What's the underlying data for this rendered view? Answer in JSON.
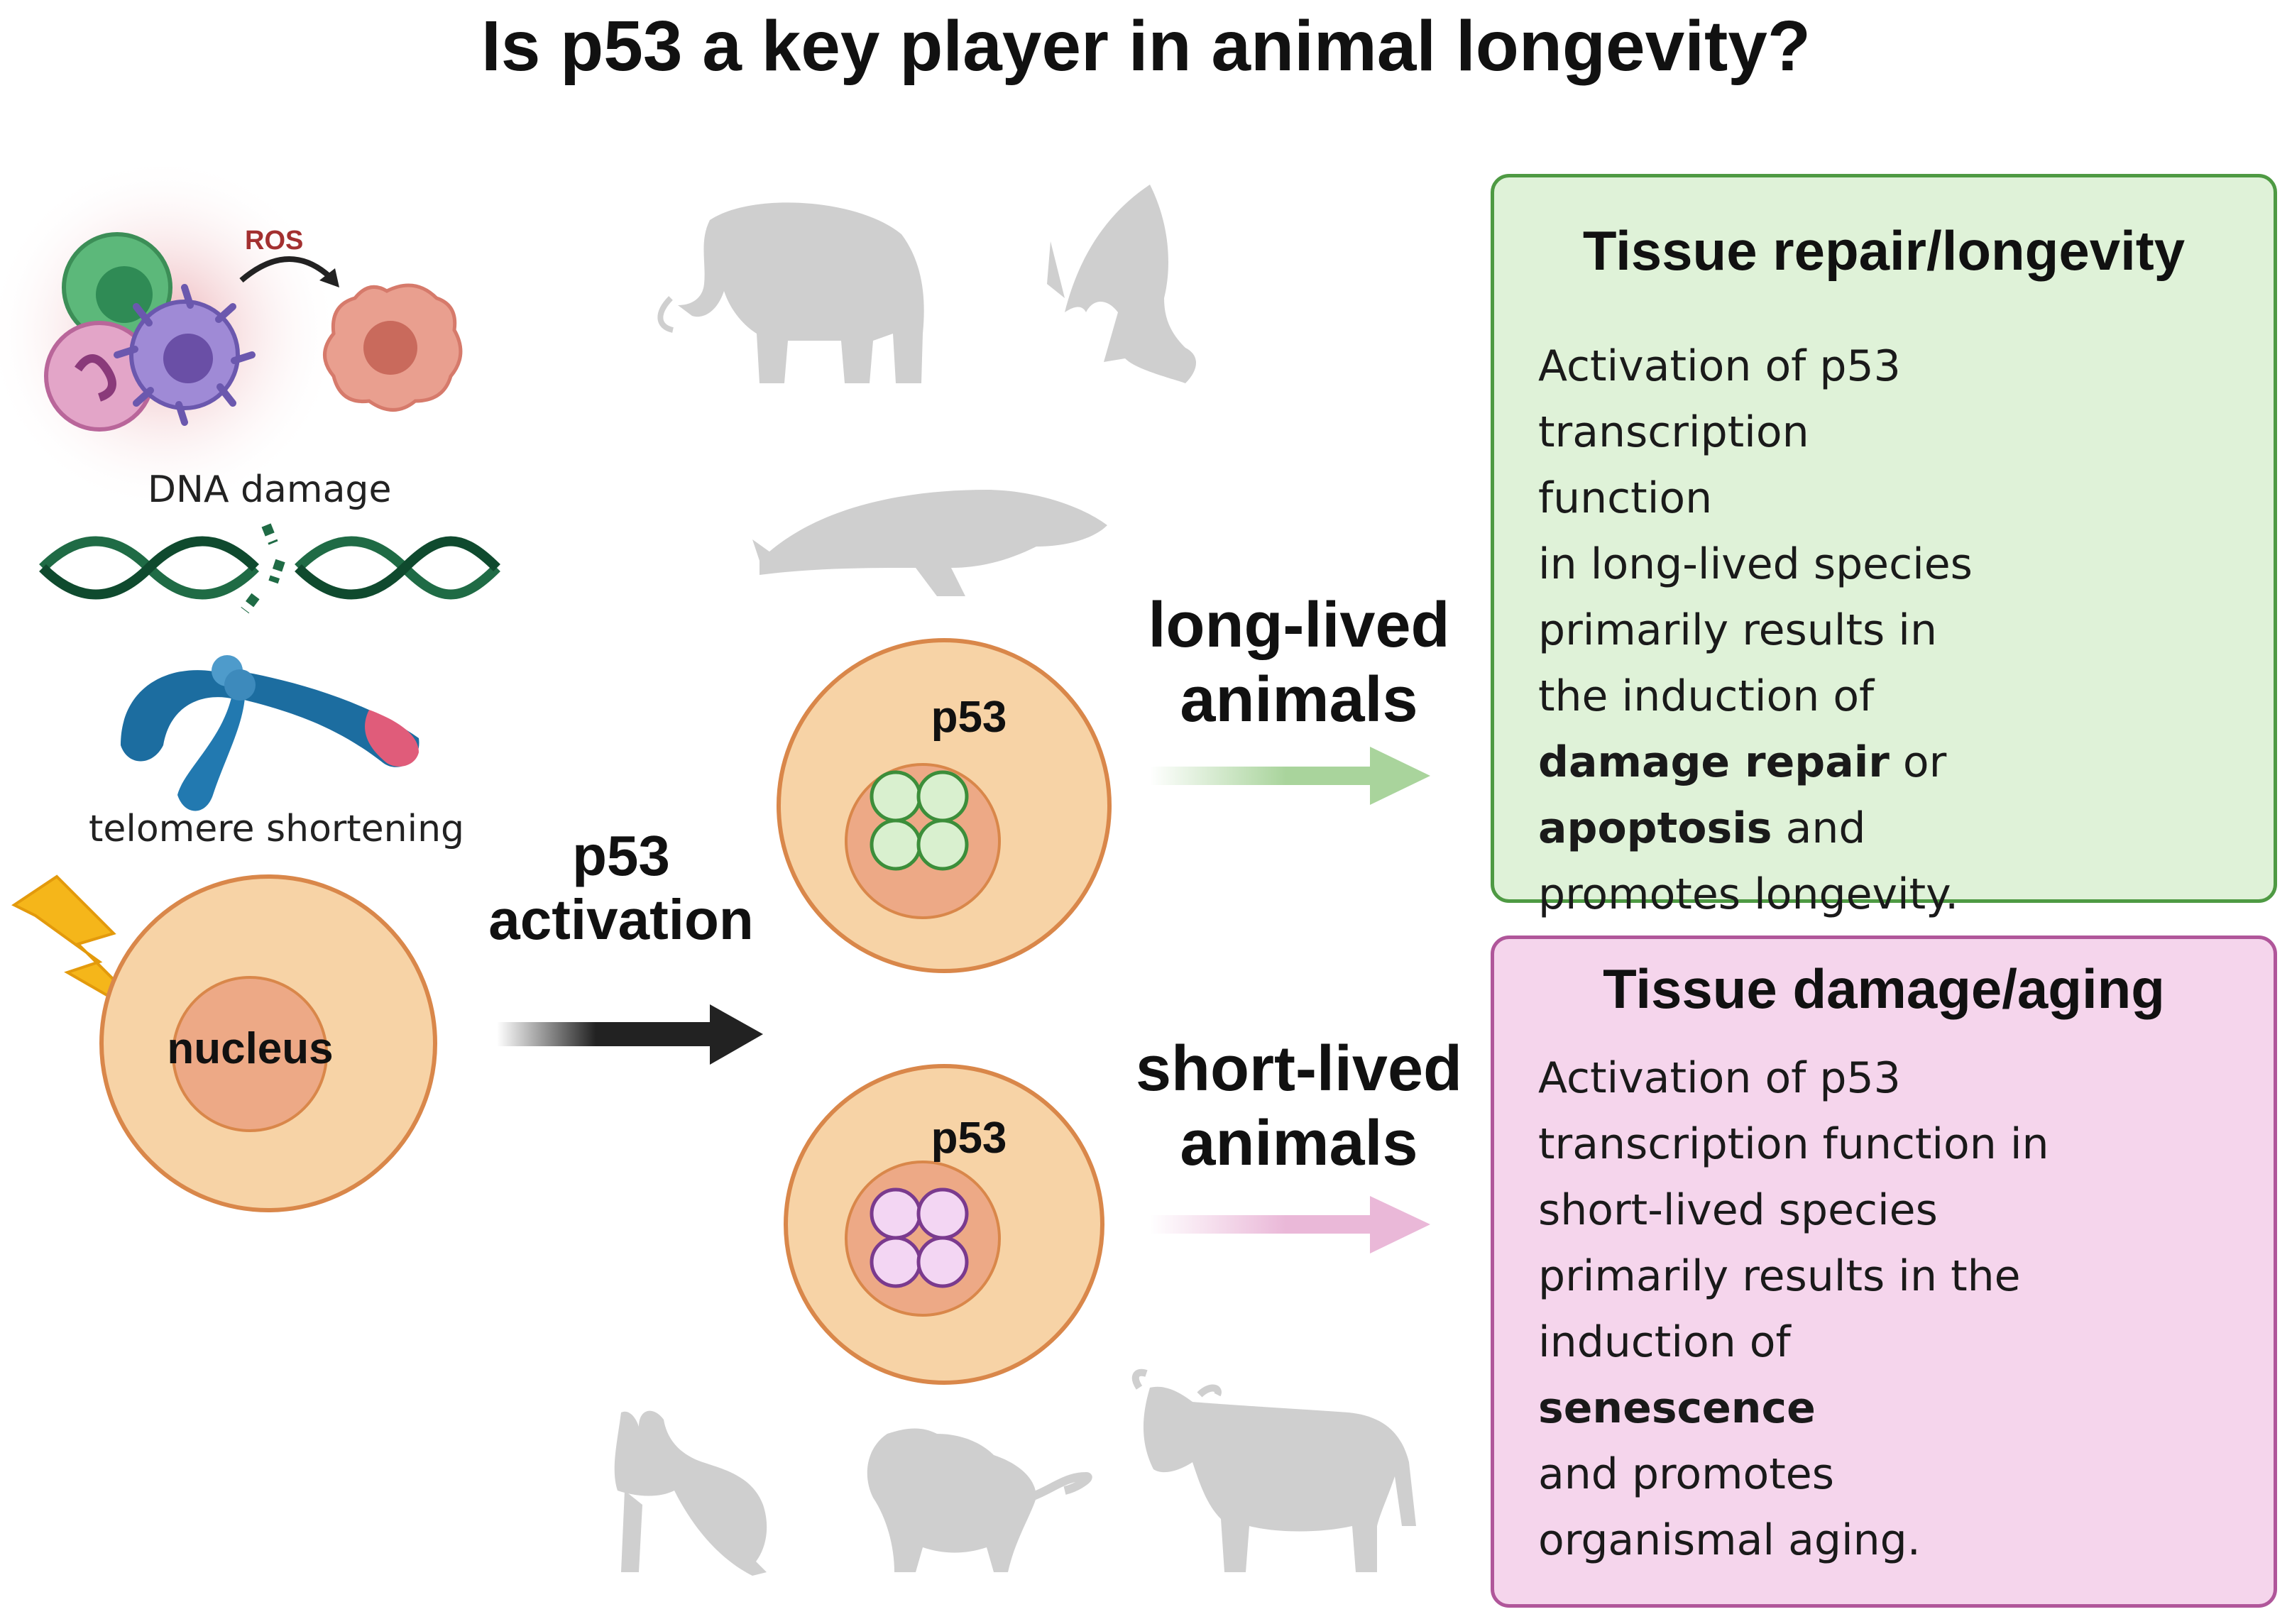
{
  "title": "Is p53 a key player in animal longevity?",
  "stressors": {
    "ros_label": "ROS",
    "dna_damage_label": "DNA damage",
    "telomere_label": "telomere shortening",
    "nucleus_label": "nucleus"
  },
  "activation_label_line1": "p53",
  "activation_label_line2": "activation",
  "cells": {
    "long_lived_p53": "p53",
    "short_lived_p53": "p53"
  },
  "long_lived": {
    "label_line1": "long-lived",
    "label_line2": "animals",
    "box_title": "Tissue repair/longevity",
    "text": {
      "l1": "Activation of p53",
      "l2": "transcription function",
      "l3": "in long-lived species",
      "l4": "primarily results in",
      "l5": "the induction of",
      "l6_bold": "damage repair",
      "l6_rest": " or",
      "l7_bold": "apoptosis",
      "l7_rest": " and",
      "l8": "promotes longevity."
    }
  },
  "short_lived": {
    "label_line1": "short-lived",
    "label_line2": "animals",
    "box_title": "Tissue damage/aging",
    "text": {
      "l1": "Activation of p53",
      "l2": "transcription function in",
      "l3": "short-lived species",
      "l4": "primarily results in the",
      "l5_pre": "induction of ",
      "l5_bold": "senescence",
      "l6": "and promotes",
      "l7": "organismal aging."
    }
  },
  "animals": {
    "long_lived": [
      "elephant-icon",
      "bat-icon",
      "whale-icon"
    ],
    "short_lived": [
      "rabbit-icon",
      "mouse-icon",
      "cow-icon"
    ]
  },
  "colors": {
    "cell_fill": "#f7d3a6",
    "cell_stroke": "#d9874a",
    "nucleus_fill": "#eda986",
    "green_box_fill": "#dff2d8",
    "green_box_stroke": "#4e9a43",
    "pink_box_fill": "#f5d5ec",
    "pink_box_stroke": "#b0569a",
    "green_arrow": "#a9d49c",
    "pink_arrow": "#eab8d8",
    "silhouette": "#cfcfcf"
  }
}
